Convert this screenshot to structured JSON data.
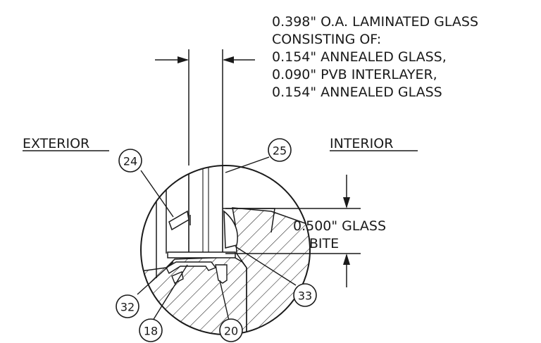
{
  "spec": {
    "line1": "0.398\" O.A. LAMINATED GLASS",
    "line2": "CONSISTING OF:",
    "line3": "0.154\" ANNEALED GLASS,",
    "line4": "0.090\" PVB INTERLAYER,",
    "line5": "0.154\" ANNEALED GLASS"
  },
  "sides": {
    "exterior": "EXTERIOR",
    "interior": "INTERIOR"
  },
  "bite": {
    "line1": "0.500\" GLASS",
    "line2": "BITE"
  },
  "callouts": [
    "24",
    "25",
    "32",
    "33",
    "18",
    "20"
  ]
}
